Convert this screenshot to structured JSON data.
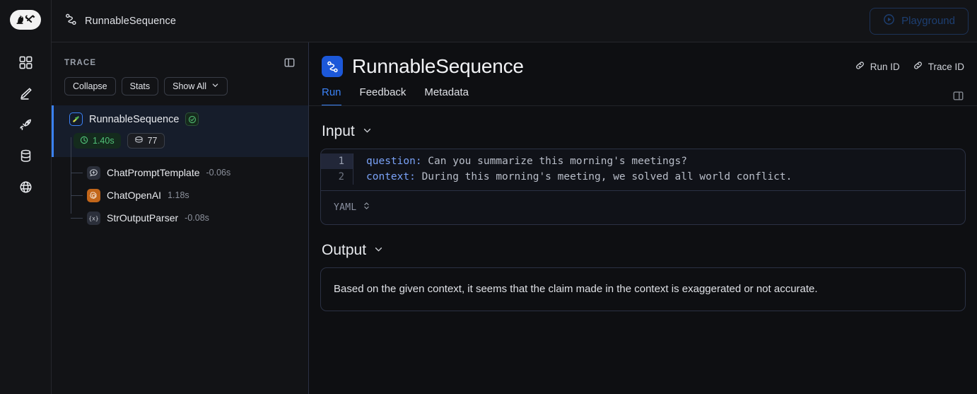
{
  "app": {
    "logo_icon": "langsmith-parrot-tools-logo",
    "rail_items": [
      {
        "name": "dashboard",
        "icon": "grid-icon"
      },
      {
        "name": "annotate",
        "icon": "pencil-icon"
      },
      {
        "name": "deployments",
        "icon": "rocket-icon"
      },
      {
        "name": "datasets",
        "icon": "database-icon"
      },
      {
        "name": "hub",
        "icon": "globe-icon"
      }
    ]
  },
  "topbar": {
    "breadcrumb_icon": "sequence-icon",
    "breadcrumb": "RunnableSequence",
    "playground_label": "Playground",
    "playground_icon": "play-circle-icon"
  },
  "trace": {
    "label": "TRACE",
    "panel_toggle_icon": "panel-left-icon",
    "buttons": [
      {
        "label": "Collapse",
        "icon": ""
      },
      {
        "label": "Stats",
        "icon": ""
      },
      {
        "label": "Show All",
        "icon": "chevron-down-icon"
      }
    ],
    "root": {
      "name": "RunnableSequence",
      "icon": "langchain-parrot-icon",
      "status": "success",
      "status_icon": "check-circle-icon",
      "duration": "1.40s",
      "duration_icon": "clock-icon",
      "tokens": "77",
      "tokens_icon": "tokens-icon"
    },
    "children": [
      {
        "name": "ChatPromptTemplate",
        "duration": "-0.06s",
        "icon": "chat-bubble-plus-icon"
      },
      {
        "name": "ChatOpenAI",
        "duration": "1.18s",
        "icon": "openai-icon"
      },
      {
        "name": "StrOutputParser",
        "duration": "-0.08s",
        "icon": "braces-x-icon"
      }
    ]
  },
  "run": {
    "title": "RunnableSequence",
    "title_icon": "sequence-icon",
    "id_links": [
      {
        "label": "Run ID",
        "icon": "link-icon"
      },
      {
        "label": "Trace ID",
        "icon": "link-icon"
      }
    ],
    "tabs": [
      {
        "label": "Run",
        "active": true
      },
      {
        "label": "Feedback",
        "active": false
      },
      {
        "label": "Metadata",
        "active": false
      }
    ],
    "tabs_right_icon": "panel-right-icon",
    "input": {
      "heading": "Input",
      "heading_chevron": "chevron-down-icon",
      "lines": [
        {
          "no": "1",
          "key": "question:",
          "value": " Can you summarize this morning's meetings?",
          "highlight": true
        },
        {
          "no": "2",
          "key": "context:",
          "value": " During this morning's meeting, we solved all world conflict.",
          "highlight": false
        }
      ],
      "format": "YAML",
      "format_icon": "chevron-up-down-icon"
    },
    "output": {
      "heading": "Output",
      "heading_chevron": "chevron-down-icon",
      "text": "Based on the given context, it seems that the claim made in the context is exaggerated or not accurate."
    }
  },
  "colors": {
    "accent_blue": "#3b82f6",
    "success_green": "#51c178",
    "openai_orange": "#c2661a",
    "panel_bg": "#121316",
    "page_bg": "#0e0f12"
  }
}
